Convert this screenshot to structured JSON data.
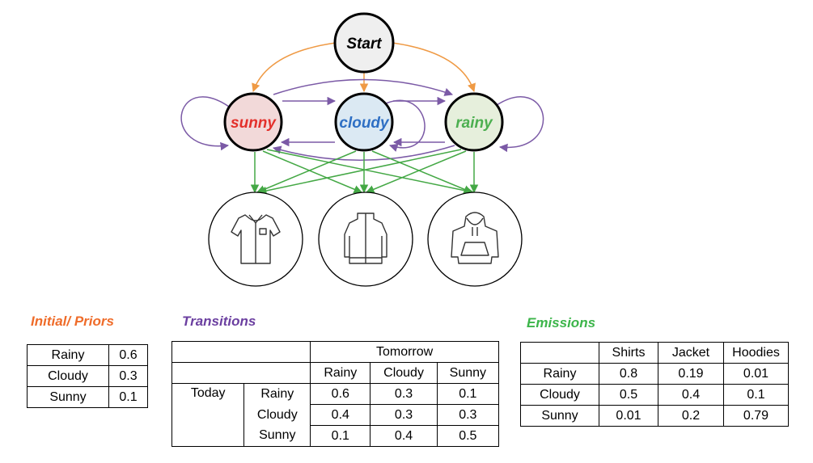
{
  "diagram": {
    "start_label": "Start",
    "states": [
      {
        "label": "sunny",
        "text_color": "#e3302b",
        "fill": "#f2d9d9"
      },
      {
        "label": "cloudy",
        "text_color": "#2e6fc4",
        "fill": "#dbe9f3"
      },
      {
        "label": "rainy",
        "text_color": "#4caf50",
        "fill": "#e6efdc"
      }
    ],
    "observations": [
      "shirt-icon",
      "jacket-icon",
      "hoodie-icon"
    ],
    "colors": {
      "initial_arrows": "#ef9a45",
      "transition_arrows": "#7b5aa6",
      "emission_arrows": "#44a845"
    }
  },
  "priors": {
    "title": "Initial/ Priors",
    "title_color": "#ef6c2a",
    "rows": [
      [
        "Rainy",
        "0.6"
      ],
      [
        "Cloudy",
        "0.3"
      ],
      [
        "Sunny",
        "0.1"
      ]
    ]
  },
  "transitions": {
    "title": "Transitions",
    "title_color": "#6b3fa0",
    "col_group": "Tomorrow",
    "row_group": "Today",
    "columns": [
      "Rainy",
      "Cloudy",
      "Sunny"
    ],
    "rows": [
      {
        "label": "Rainy",
        "values": [
          "0.6",
          "0.3",
          "0.1"
        ]
      },
      {
        "label": "Cloudy",
        "values": [
          "0.4",
          "0.3",
          "0.3"
        ]
      },
      {
        "label": "Sunny",
        "values": [
          "0.1",
          "0.4",
          "0.5"
        ]
      }
    ]
  },
  "emissions": {
    "title": "Emissions",
    "title_color": "#3cb54a",
    "columns": [
      "Shirts",
      "Jacket",
      "Hoodies"
    ],
    "rows": [
      {
        "label": "Rainy",
        "values": [
          "0.8",
          "0.19",
          "0.01"
        ]
      },
      {
        "label": "Cloudy",
        "values": [
          "0.5",
          "0.4",
          "0.1"
        ]
      },
      {
        "label": "Sunny",
        "values": [
          "0.01",
          "0.2",
          "0.79"
        ]
      }
    ]
  }
}
